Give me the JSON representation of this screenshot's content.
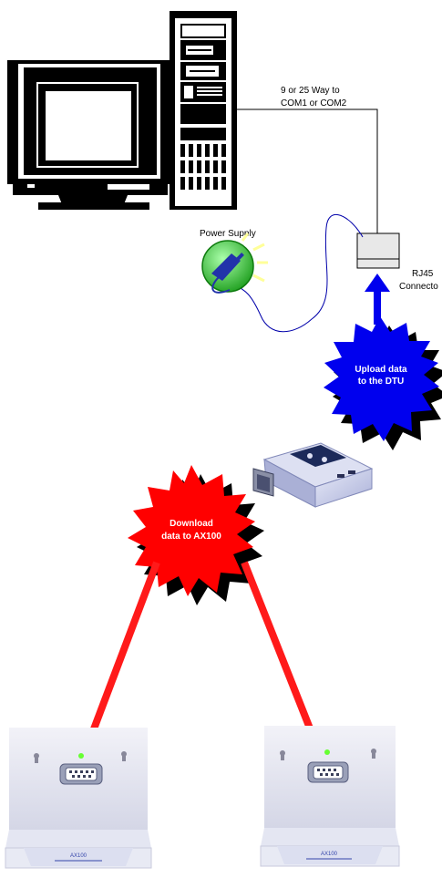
{
  "labels": {
    "serial_line1": "9 or 25 Way to",
    "serial_line2": "COM1 or COM2",
    "power_supply": "Power Supply",
    "rj45_line1": "RJ45",
    "rj45_line2": "Connecto",
    "upload_line1": "Upload data",
    "upload_line2": "to the DTU",
    "download_line1": "Download",
    "download_line2": "data to AX100",
    "ax_left_brand": "AX100",
    "ax_right_brand": "AX100"
  },
  "colors": {
    "upload_burst": "#0000ee",
    "download_burst": "#ff0000",
    "burst_shadow": "#000000",
    "arrow_blue": "#0000ee",
    "arrow_red": "#ff1a1a",
    "power_globe": "#33cc33",
    "cable": "#000000",
    "power_cable": "#0000aa",
    "led_green": "#66ff33"
  },
  "icons": {
    "computer": "computer-icon",
    "power": "power-supply-icon",
    "connector": "rj45-connector-icon",
    "dtu": "dtu-device-icon",
    "ax100": "ax100-unit-icon"
  }
}
